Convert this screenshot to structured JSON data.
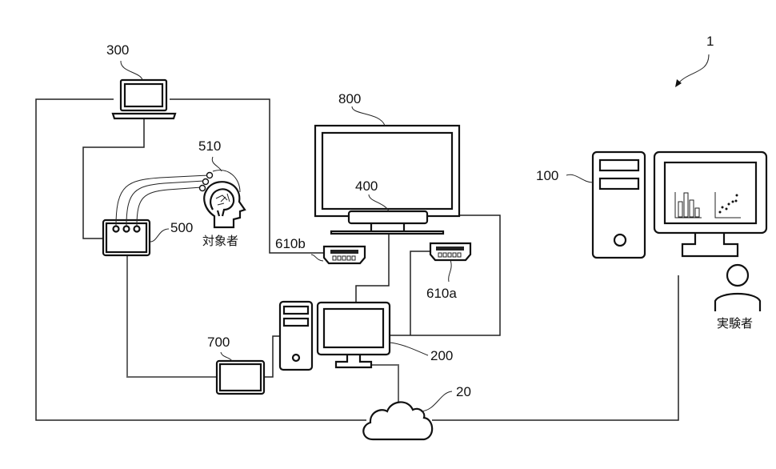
{
  "figure": {
    "system_ref": "1",
    "labels": {
      "analysis_pc": "100",
      "lab_pc": "200",
      "laptop": "300",
      "camera": "400",
      "eeg_device": "500",
      "electrodes": "510",
      "usb_port_a": "610a",
      "usb_port_b": "610b",
      "tablet": "700",
      "display": "800",
      "network": "20"
    },
    "captions": {
      "subject": "対象者",
      "experimenter": "実験者"
    }
  }
}
